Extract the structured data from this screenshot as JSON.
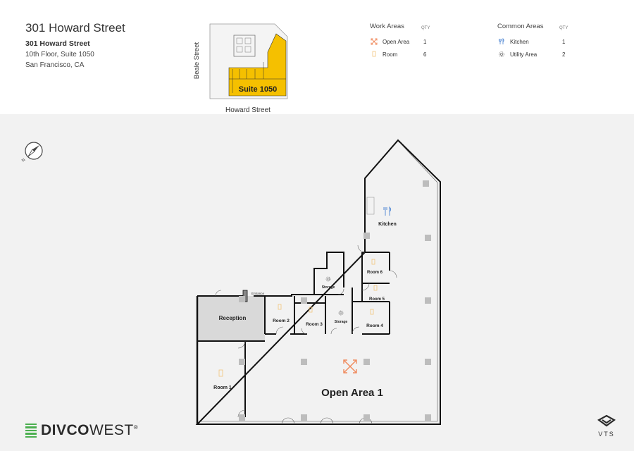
{
  "header": {
    "title": "301 Howard Street",
    "building_name": "301 Howard Street",
    "floor_suite": "10th Floor, Suite 1050",
    "city": "San Francisco, CA"
  },
  "keyplan": {
    "street_side": "Beale Street",
    "street_bottom": "Howard Street",
    "suite_label": "Suite 1050",
    "highlight_color": "#f5c000"
  },
  "legend": {
    "work_areas": {
      "title": "Work Areas",
      "qty_label": "QTY",
      "items": [
        {
          "label": "Open Area",
          "qty": "1",
          "icon": "open-area-icon",
          "color": "#f08a5d"
        },
        {
          "label": "Room",
          "qty": "6",
          "icon": "room-icon",
          "color": "#f2c47a"
        }
      ]
    },
    "common_areas": {
      "title": "Common Areas",
      "qty_label": "QTY",
      "items": [
        {
          "label": "Kitchen",
          "qty": "1",
          "icon": "kitchen-icon",
          "color": "#5b8fd6"
        },
        {
          "label": "Utility Area",
          "qty": "2",
          "icon": "utility-area-icon",
          "color": "#777777"
        }
      ]
    }
  },
  "compass": {
    "north_label": "N"
  },
  "floorplan": {
    "rooms": {
      "reception": "Reception",
      "entrance": "Entrance",
      "room1": "Room 1",
      "room2": "Room 2",
      "room3": "Room 3",
      "room4": "Room 4",
      "room5": "Room 5",
      "room6": "Room 6",
      "storage_a": "Storage",
      "storage_b": "Storage",
      "kitchen": "Kitchen",
      "open_area": "Open Area 1"
    }
  },
  "brand": {
    "name_bold": "DIVCO",
    "name_light": "WEST",
    "mark": "®"
  },
  "vts": {
    "label": "VTS"
  },
  "colors": {
    "background": "#f2f2f2",
    "wall": "#111111",
    "reception_fill": "#d9d9d9",
    "column": "#bdbdbd",
    "accent": "#f08a5d"
  }
}
